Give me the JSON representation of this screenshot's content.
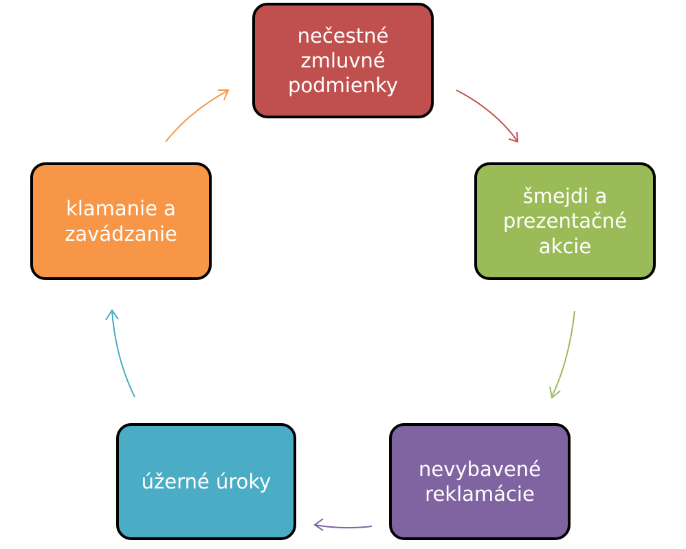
{
  "diagram": {
    "nodes": [
      {
        "id": "node-top",
        "text": "nečestné\nzmluvné\npodmienky",
        "color": "#c0504d"
      },
      {
        "id": "node-right",
        "text": "šmejdi a\nprezentačné\nakcie",
        "color": "#9bbb59"
      },
      {
        "id": "node-br",
        "text": "nevybavené\nreklamácie",
        "color": "#8064a2"
      },
      {
        "id": "node-bl",
        "text": "úžerné úroky",
        "color": "#4bacc6"
      },
      {
        "id": "node-left",
        "text": "klamanie a\nzavádzanie",
        "color": "#f79646"
      }
    ],
    "connectors": [
      {
        "from": "node-top",
        "to": "node-right",
        "color": "#c0504d"
      },
      {
        "from": "node-right",
        "to": "node-br",
        "color": "#9bbb59"
      },
      {
        "from": "node-br",
        "to": "node-bl",
        "color": "#8064a2"
      },
      {
        "from": "node-bl",
        "to": "node-left",
        "color": "#4bacc6"
      },
      {
        "from": "node-left",
        "to": "node-top",
        "color": "#f79646"
      }
    ]
  }
}
